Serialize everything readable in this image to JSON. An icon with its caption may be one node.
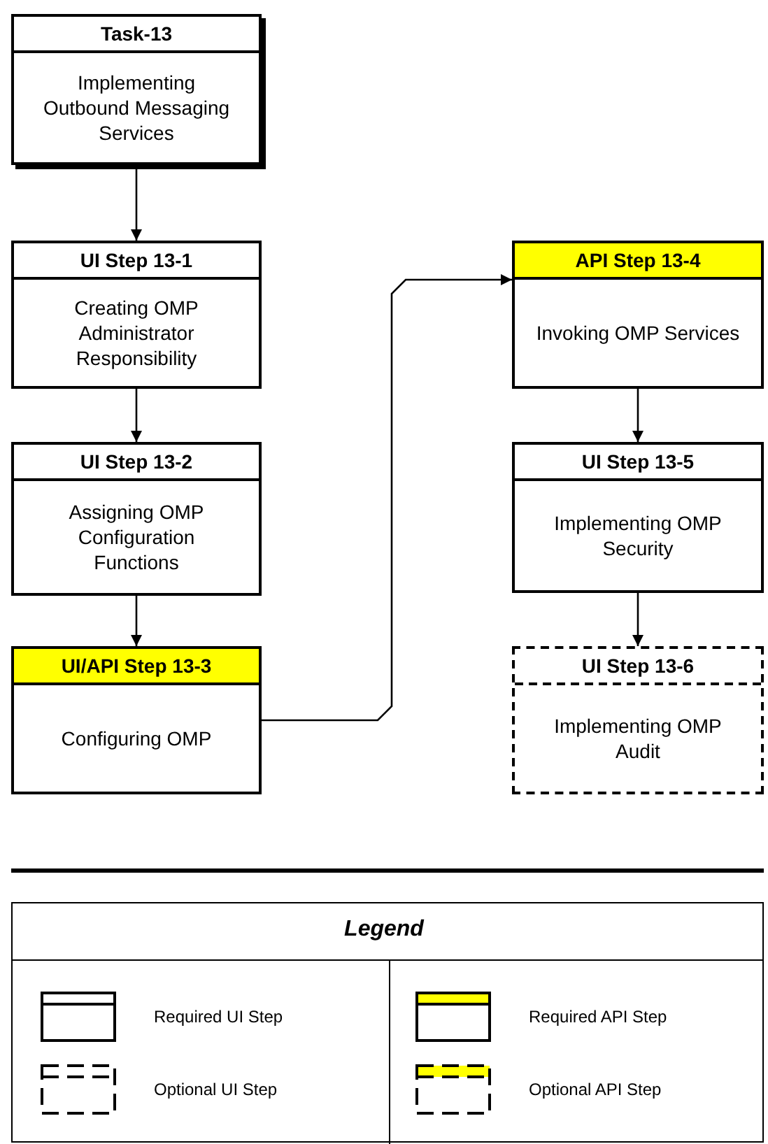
{
  "diagram": {
    "nodes": [
      {
        "text": [
          "Task-13",
          "Implementing Outbound Messaging Services"
        ]
      },
      {
        "text": [
          "UI Step 13-1",
          "Creating OMP Administrator Responsibility"
        ]
      },
      {
        "text": [
          "UI Step 13-2",
          "Assigning OMP Configuration Functions"
        ]
      },
      {
        "text": [
          "UI/API Step 13-3",
          "Configuring OMP"
        ]
      },
      {
        "text": [
          "API Step 13-4",
          "Invoking OMP Services"
        ]
      },
      {
        "text": [
          "UI Step 13-5",
          "Implementing OMP Security"
        ]
      },
      {
        "text": [
          "UI Step 13-6",
          "Implementing OMP Audit"
        ]
      }
    ],
    "edges": [
      {
        "from": 0,
        "to": 1,
        "arrow": "to"
      },
      {
        "from": 1,
        "to": 2,
        "arrow": "to"
      },
      {
        "from": 2,
        "to": 3,
        "arrow": "to"
      },
      {
        "from": 3,
        "to": 4,
        "arrow": "to"
      },
      {
        "from": 4,
        "to": 5,
        "arrow": "to"
      },
      {
        "from": 5,
        "to": 6,
        "arrow": "to"
      }
    ],
    "labels": [
      "Legend"
    ],
    "legend": [
      {
        "text": "Required UI Step"
      },
      {
        "text": "Optional UI Step"
      },
      {
        "text": "Required API Step"
      },
      {
        "text": "Optional API Step"
      }
    ]
  }
}
